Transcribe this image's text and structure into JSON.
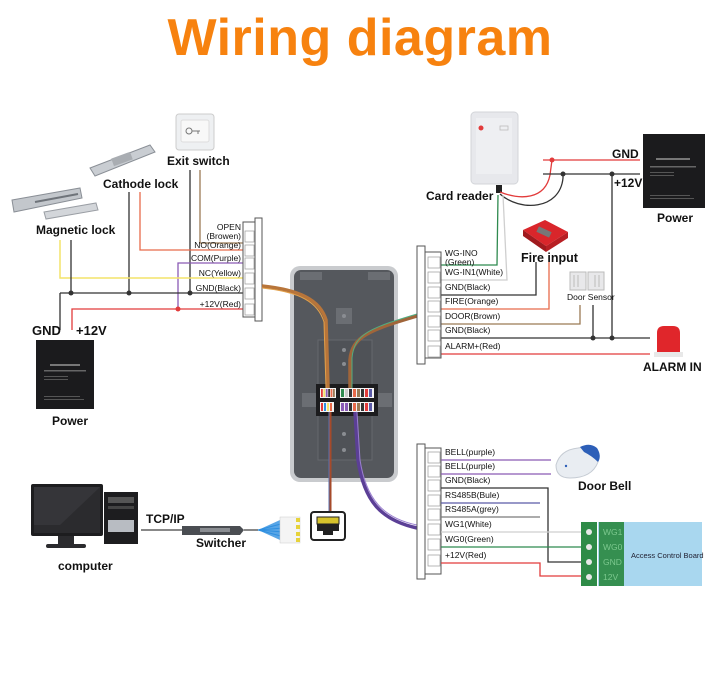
{
  "title": "Wiring diagram",
  "colors": {
    "title": "#f7820f",
    "wire_red": "#e23b3b",
    "wire_black": "#333333",
    "wire_yellow": "#f4e46a",
    "wire_purple": "#8a5bb5",
    "wire_orange": "#e86a4a",
    "wire_brown": "#9a7a55",
    "wire_green": "#2f8a4f",
    "wire_white": "#dddddd",
    "wire_grey": "#7a7a7a",
    "wire_blue": "#5b5ba8",
    "board_blue": "#a9d7ef",
    "terminal_green": "#2e8b47"
  },
  "devices": {
    "exit_switch": "Exit switch",
    "cathode_lock": "Cathode lock",
    "magnetic_lock": "Magnetic lock",
    "power_left": "Power",
    "power_right": "Power",
    "card_reader": "Card reader",
    "fire_input": "Fire input",
    "door_sensor": "Door Sensor",
    "alarm_in": "ALARM IN",
    "door_bell": "Door Bell",
    "access_control_board": "Access Control Board",
    "computer": "computer",
    "switcher": "Switcher",
    "tcp_ip": "TCP/IP"
  },
  "power_labels": {
    "left_gnd": "GND",
    "left_12v": "+12V",
    "right_gnd": "GND",
    "right_12v": "+12V"
  },
  "left_terminal": [
    {
      "line1": "OPEN",
      "line2": "(Browen)"
    },
    {
      "line1": "NO(Orange)"
    },
    {
      "line1": "COM(Purple)"
    },
    {
      "line1": "NC(Yellow)"
    },
    {
      "line1": "GND(Black)"
    },
    {
      "line1": "+12V(Red)"
    }
  ],
  "right_top_terminal": [
    {
      "line1": "WG-INO",
      "line2": "(Green)"
    },
    {
      "line1": "WG-IN1(White)"
    },
    {
      "line1": "GND(Black)"
    },
    {
      "line1": "FIRE(Orange)"
    },
    {
      "line1": "DOOR(Brown)"
    },
    {
      "line1": "GND(Black)"
    },
    {
      "line1": "ALARM+(Red)"
    }
  ],
  "right_bottom_terminal": [
    {
      "line1": "BELL(purple)"
    },
    {
      "line1": "BELL(purple)"
    },
    {
      "line1": "GND(Black)"
    },
    {
      "line1": "RS485B(Bule)"
    },
    {
      "line1": "RS485A(grey)"
    },
    {
      "line1": "WG1(White)"
    },
    {
      "line1": "WG0(Green)"
    },
    {
      "line1": "+12V(Red)"
    }
  ],
  "access_board_pins": [
    "WG1",
    "WG0",
    "GND",
    "12V"
  ]
}
